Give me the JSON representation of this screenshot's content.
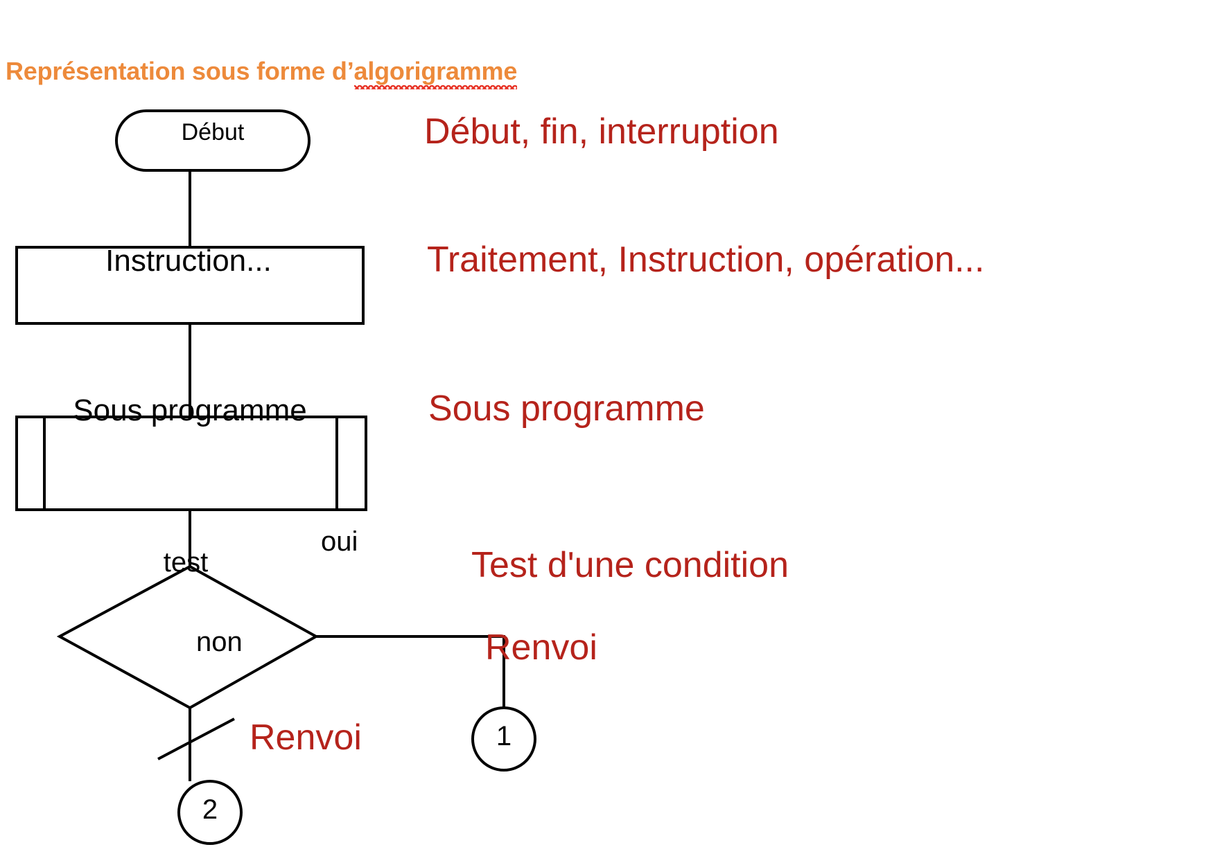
{
  "slide": {
    "title_prefix": "Représentation sous forme d’",
    "title_misspelled_word": "algorigramme",
    "title_color": "#ED8A3B",
    "annotation_color": "#B5231B",
    "shape_color": "#000000",
    "background_color": "#FFFFFF"
  },
  "flowchart": {
    "nodes": [
      {
        "id": "start",
        "shape": "stadium",
        "label": "Début"
      },
      {
        "id": "process",
        "shape": "rectangle",
        "label": "Instruction..."
      },
      {
        "id": "subroutine",
        "shape": "subroutine",
        "label": "Sous programme"
      },
      {
        "id": "decision",
        "shape": "diamond",
        "label": "test"
      },
      {
        "id": "connector1",
        "shape": "circle",
        "label": "1"
      },
      {
        "id": "connector2",
        "shape": "circle",
        "label": "2"
      }
    ],
    "edge_labels": {
      "yes": "oui",
      "no": "non"
    }
  },
  "annotations": [
    {
      "for": "start",
      "text": "Début, fin, interruption"
    },
    {
      "for": "process",
      "text": "Traitement, Instruction, opération..."
    },
    {
      "for": "subroutine",
      "text": "Sous programme"
    },
    {
      "for": "decision",
      "text": "Test d'une condition"
    },
    {
      "for": "connector1",
      "text": "Renvoi"
    },
    {
      "for": "connector2",
      "text": "Renvoi"
    }
  ]
}
